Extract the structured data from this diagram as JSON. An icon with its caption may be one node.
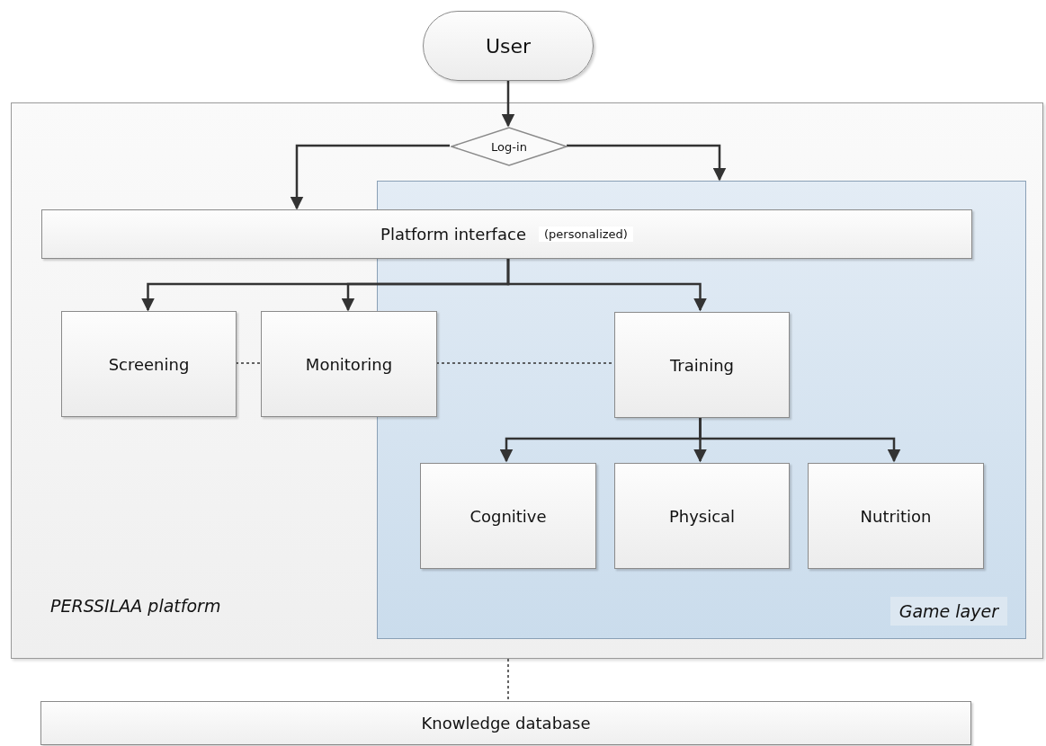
{
  "diagram": {
    "nodes": [
      {
        "text": [
          "User"
        ]
      },
      {
        "text": [
          "PERSSILAA platform"
        ]
      },
      {
        "text": [
          "Log-in"
        ],
        "in": 1
      },
      {
        "text": [
          "Game layer"
        ],
        "in": 1
      },
      {
        "text": [
          "Platform interface",
          "(personalized)"
        ],
        "in": 1
      },
      {
        "text": [
          "Screening"
        ],
        "in": 1
      },
      {
        "text": [
          "Monitoring"
        ],
        "in": 1
      },
      {
        "text": [
          "Training"
        ],
        "in": 3
      },
      {
        "text": [
          "Cognitive"
        ],
        "in": 3
      },
      {
        "text": [
          "Physical"
        ],
        "in": 3
      },
      {
        "text": [
          "Nutrition"
        ],
        "in": 3
      },
      {
        "text": [
          "Knowledge database"
        ]
      }
    ],
    "edges": [
      {
        "from": 0,
        "to": 2,
        "arrow": "to"
      },
      {
        "from": 2,
        "to": 4,
        "arrow": "to"
      },
      {
        "from": 2,
        "to": 3,
        "arrow": "to"
      },
      {
        "from": 4,
        "to": 5,
        "arrow": "to"
      },
      {
        "from": 4,
        "to": 6,
        "arrow": "to"
      },
      {
        "from": 4,
        "to": 7,
        "arrow": "to"
      },
      {
        "from": 5,
        "to": 6,
        "arrow": "none",
        "style": "dashed"
      },
      {
        "from": 6,
        "to": 7,
        "arrow": "none",
        "style": "dashed"
      },
      {
        "from": 7,
        "to": 8,
        "arrow": "to"
      },
      {
        "from": 7,
        "to": 9,
        "arrow": "to"
      },
      {
        "from": 7,
        "to": 10,
        "arrow": "to"
      },
      {
        "from": 1,
        "to": 11,
        "arrow": "none",
        "style": "dashed"
      }
    ]
  }
}
